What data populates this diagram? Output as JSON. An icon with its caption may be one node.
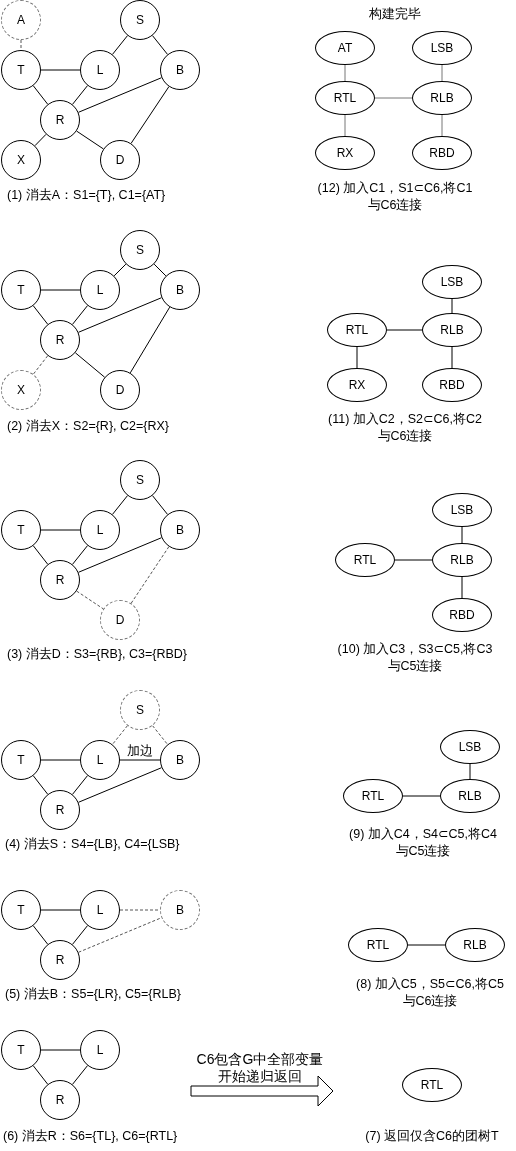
{
  "diagram": {
    "nodes": [
      {
        "text": [
          "A"
        ]
      },
      {
        "text": [
          "S"
        ]
      },
      {
        "text": [
          "T"
        ]
      },
      {
        "text": [
          "L"
        ]
      },
      {
        "text": [
          "B"
        ]
      },
      {
        "text": [
          "R"
        ]
      },
      {
        "text": [
          "X"
        ]
      },
      {
        "text": [
          "D"
        ]
      },
      {
        "text": [
          "AT"
        ]
      },
      {
        "text": [
          "LSB"
        ]
      },
      {
        "text": [
          "RTL"
        ]
      },
      {
        "text": [
          "RLB"
        ]
      },
      {
        "text": [
          "RX"
        ]
      },
      {
        "text": [
          "RBD"
        ]
      },
      {
        "text": [
          "S"
        ]
      },
      {
        "text": [
          "T"
        ]
      },
      {
        "text": [
          "L"
        ]
      },
      {
        "text": [
          "B"
        ]
      },
      {
        "text": [
          "R"
        ]
      },
      {
        "text": [
          "X"
        ]
      },
      {
        "text": [
          "D"
        ]
      },
      {
        "text": [
          "LSB"
        ]
      },
      {
        "text": [
          "RTL"
        ]
      },
      {
        "text": [
          "RLB"
        ]
      },
      {
        "text": [
          "RX"
        ]
      },
      {
        "text": [
          "RBD"
        ]
      },
      {
        "text": [
          "S"
        ]
      },
      {
        "text": [
          "T"
        ]
      },
      {
        "text": [
          "L"
        ]
      },
      {
        "text": [
          "B"
        ]
      },
      {
        "text": [
          "R"
        ]
      },
      {
        "text": [
          "D"
        ]
      },
      {
        "text": [
          "LSB"
        ]
      },
      {
        "text": [
          "RTL"
        ]
      },
      {
        "text": [
          "RLB"
        ]
      },
      {
        "text": [
          "RBD"
        ]
      },
      {
        "text": [
          "S"
        ]
      },
      {
        "text": [
          "T"
        ]
      },
      {
        "text": [
          "L"
        ]
      },
      {
        "text": [
          "B"
        ]
      },
      {
        "text": [
          "R"
        ]
      },
      {
        "text": [
          "LSB"
        ]
      },
      {
        "text": [
          "RTL"
        ]
      },
      {
        "text": [
          "RLB"
        ]
      },
      {
        "text": [
          "T"
        ]
      },
      {
        "text": [
          "L"
        ]
      },
      {
        "text": [
          "B"
        ]
      },
      {
        "text": [
          "R"
        ]
      },
      {
        "text": [
          "RTL"
        ]
      },
      {
        "text": [
          "RLB"
        ]
      },
      {
        "text": [
          "T"
        ]
      },
      {
        "text": [
          "L"
        ]
      },
      {
        "text": [
          "R"
        ]
      },
      {
        "text": [
          "RTL"
        ]
      }
    ],
    "edges": [
      {
        "from": 0,
        "to": 2,
        "arrow": "none",
        "style": "dashed"
      },
      {
        "from": 2,
        "to": 3,
        "arrow": "none"
      },
      {
        "from": 1,
        "to": 3,
        "arrow": "none"
      },
      {
        "from": 1,
        "to": 4,
        "arrow": "none"
      },
      {
        "from": 2,
        "to": 5,
        "arrow": "none"
      },
      {
        "from": 3,
        "to": 5,
        "arrow": "none"
      },
      {
        "from": 5,
        "to": 4,
        "arrow": "none"
      },
      {
        "from": 4,
        "to": 7,
        "arrow": "none"
      },
      {
        "from": 5,
        "to": 6,
        "arrow": "none"
      },
      {
        "from": 5,
        "to": 7,
        "arrow": "none"
      },
      {
        "from": 8,
        "to": 10,
        "arrow": "none",
        "color": "#777777"
      },
      {
        "from": 10,
        "to": 11,
        "arrow": "none",
        "color": "#777777"
      },
      {
        "from": 9,
        "to": 11,
        "arrow": "none",
        "color": "#777777"
      },
      {
        "from": 10,
        "to": 12,
        "arrow": "none",
        "color": "#777777"
      },
      {
        "from": 11,
        "to": 13,
        "arrow": "none",
        "color": "#777777"
      },
      {
        "from": 14,
        "to": 16,
        "arrow": "none"
      },
      {
        "from": 14,
        "to": 17,
        "arrow": "none"
      },
      {
        "from": 15,
        "to": 16,
        "arrow": "none"
      },
      {
        "from": 15,
        "to": 18,
        "arrow": "none"
      },
      {
        "from": 16,
        "to": 18,
        "arrow": "none"
      },
      {
        "from": 18,
        "to": 17,
        "arrow": "none"
      },
      {
        "from": 17,
        "to": 20,
        "arrow": "none"
      },
      {
        "from": 18,
        "to": 19,
        "arrow": "none",
        "style": "dashed"
      },
      {
        "from": 18,
        "to": 20,
        "arrow": "none"
      },
      {
        "from": 21,
        "to": 23,
        "arrow": "none"
      },
      {
        "from": 22,
        "to": 23,
        "arrow": "none"
      },
      {
        "from": 22,
        "to": 24,
        "arrow": "none"
      },
      {
        "from": 23,
        "to": 25,
        "arrow": "none"
      },
      {
        "from": 26,
        "to": 28,
        "arrow": "none"
      },
      {
        "from": 26,
        "to": 29,
        "arrow": "none"
      },
      {
        "from": 27,
        "to": 28,
        "arrow": "none"
      },
      {
        "from": 27,
        "to": 30,
        "arrow": "none"
      },
      {
        "from": 28,
        "to": 30,
        "arrow": "none"
      },
      {
        "from": 30,
        "to": 29,
        "arrow": "none"
      },
      {
        "from": 30,
        "to": 31,
        "arrow": "none",
        "style": "dashed"
      },
      {
        "from": 29,
        "to": 31,
        "arrow": "none",
        "style": "dashed"
      },
      {
        "from": 32,
        "to": 34,
        "arrow": "none"
      },
      {
        "from": 33,
        "to": 34,
        "arrow": "none"
      },
      {
        "from": 34,
        "to": 35,
        "arrow": "none"
      },
      {
        "from": 36,
        "to": 38,
        "arrow": "none",
        "style": "dashed"
      },
      {
        "from": 36,
        "to": 39,
        "arrow": "none",
        "style": "dashed"
      },
      {
        "from": 37,
        "to": 38,
        "arrow": "none"
      },
      {
        "from": 38,
        "to": 39,
        "arrow": "none",
        "label": "加边"
      },
      {
        "from": 37,
        "to": 40,
        "arrow": "none"
      },
      {
        "from": 38,
        "to": 40,
        "arrow": "none"
      },
      {
        "from": 40,
        "to": 39,
        "arrow": "none"
      },
      {
        "from": 41,
        "to": 43,
        "arrow": "none"
      },
      {
        "from": 42,
        "to": 43,
        "arrow": "none"
      },
      {
        "from": 44,
        "to": 45,
        "arrow": "none"
      },
      {
        "from": 45,
        "to": 46,
        "arrow": "none",
        "style": "dashed"
      },
      {
        "from": 44,
        "to": 47,
        "arrow": "none"
      },
      {
        "from": 45,
        "to": 47,
        "arrow": "none"
      },
      {
        "from": 47,
        "to": 46,
        "arrow": "none",
        "style": "dashed"
      },
      {
        "from": 48,
        "to": 49,
        "arrow": "none"
      },
      {
        "from": 50,
        "to": 51,
        "arrow": "none"
      },
      {
        "from": 50,
        "to": 52,
        "arrow": "none"
      },
      {
        "from": 51,
        "to": 52,
        "arrow": "none"
      }
    ],
    "labels": [
      "构建完毕",
      "(1) 消去A：S1={T}, C1={AT}",
      "(12) 加入C1，S1⊂C6,将C1与C6连接",
      "(2) 消去X：S2={R}, C2={RX}",
      "(11) 加入C2，S2⊂C6,将C2与C6连接",
      "(3) 消去D：S3={RB}, C3={RBD}",
      "(10) 加入C3，S3⊂C5,将C3与C5连接",
      "(4) 消去S：S4={LB}, C4={LSB}",
      "(9) 加入C4，S4⊂C5,将C4与C5连接",
      "(5) 消去B：S5={LR}, C5={RLB}",
      "(8) 加入C5，S5⊂C6,将C5与C6连接",
      "C6包含G中全部变量开始递归返回",
      "(6) 消去R：S6={TL}, C6={RTL}",
      "(7) 返回仅含C6的团树T"
    ]
  }
}
